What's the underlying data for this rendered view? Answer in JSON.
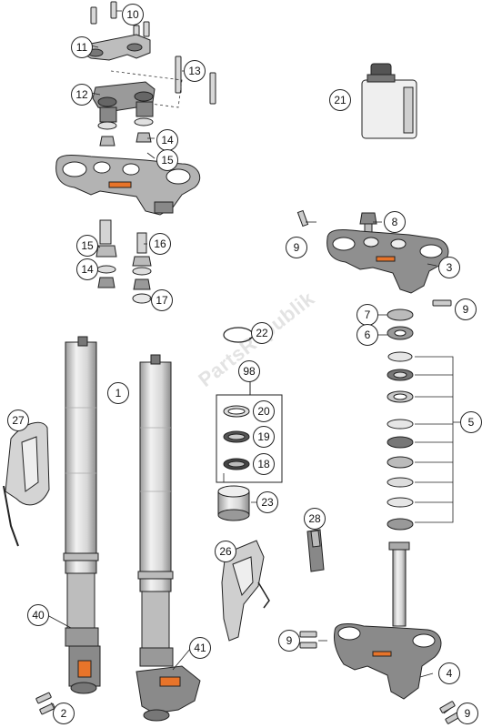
{
  "diagram": {
    "watermark": "PartsRepublik",
    "callouts": [
      "10",
      "11",
      "12",
      "13",
      "14",
      "15",
      "15",
      "16",
      "14",
      "17",
      "21",
      "8",
      "9",
      "3",
      "9",
      "7",
      "6",
      "5",
      "22",
      "98",
      "20",
      "19",
      "18",
      "23",
      "1",
      "27",
      "28",
      "26",
      "40",
      "41",
      "9",
      "4",
      "2",
      "9"
    ],
    "colors": {
      "outline": "#222222",
      "part_gray": "#cfcfcf",
      "part_dark": "#7a7a7a",
      "accent_orange": "#e8742a",
      "background": "#ffffff"
    }
  }
}
